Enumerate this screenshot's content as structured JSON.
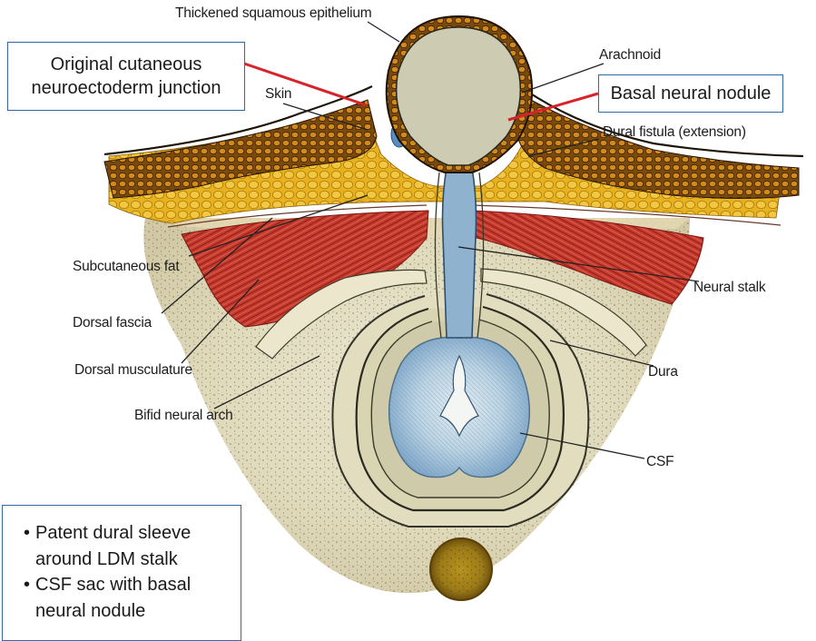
{
  "labels": {
    "thickened_squamous_epithelium": "Thickened squamous epithelium",
    "arachnoid": "Arachnoid",
    "skin": "Skin",
    "dural_fistula": "Dural fistula (extension)",
    "subcutaneous_fat": "Subcutaneous fat",
    "dorsal_fascia": "Dorsal fascia",
    "dorsal_musculature": "Dorsal musculature",
    "bifid_neural_arch": "Bifid neural arch",
    "neural_stalk": "Neural stalk",
    "dura": "Dura",
    "csf": "CSF"
  },
  "callouts": {
    "original_junction": [
      "Original cutaneous",
      "neuroectoderm junction"
    ],
    "basal_nodule": "Basal neural nodule"
  },
  "notes": {
    "items": [
      [
        "Patent dural sleeve",
        "around LDM stalk"
      ],
      [
        "CSF sac with basal",
        "neural nodule"
      ]
    ]
  },
  "colors": {
    "box_border": "#2f6aa8",
    "callout_line": "#d8232a",
    "leader_line": "#222222",
    "fat": "#e9b51c",
    "muscle": "#b8312c",
    "sac_fluid": "#cfcdb0",
    "neural_blue": "#7fa6c8"
  }
}
